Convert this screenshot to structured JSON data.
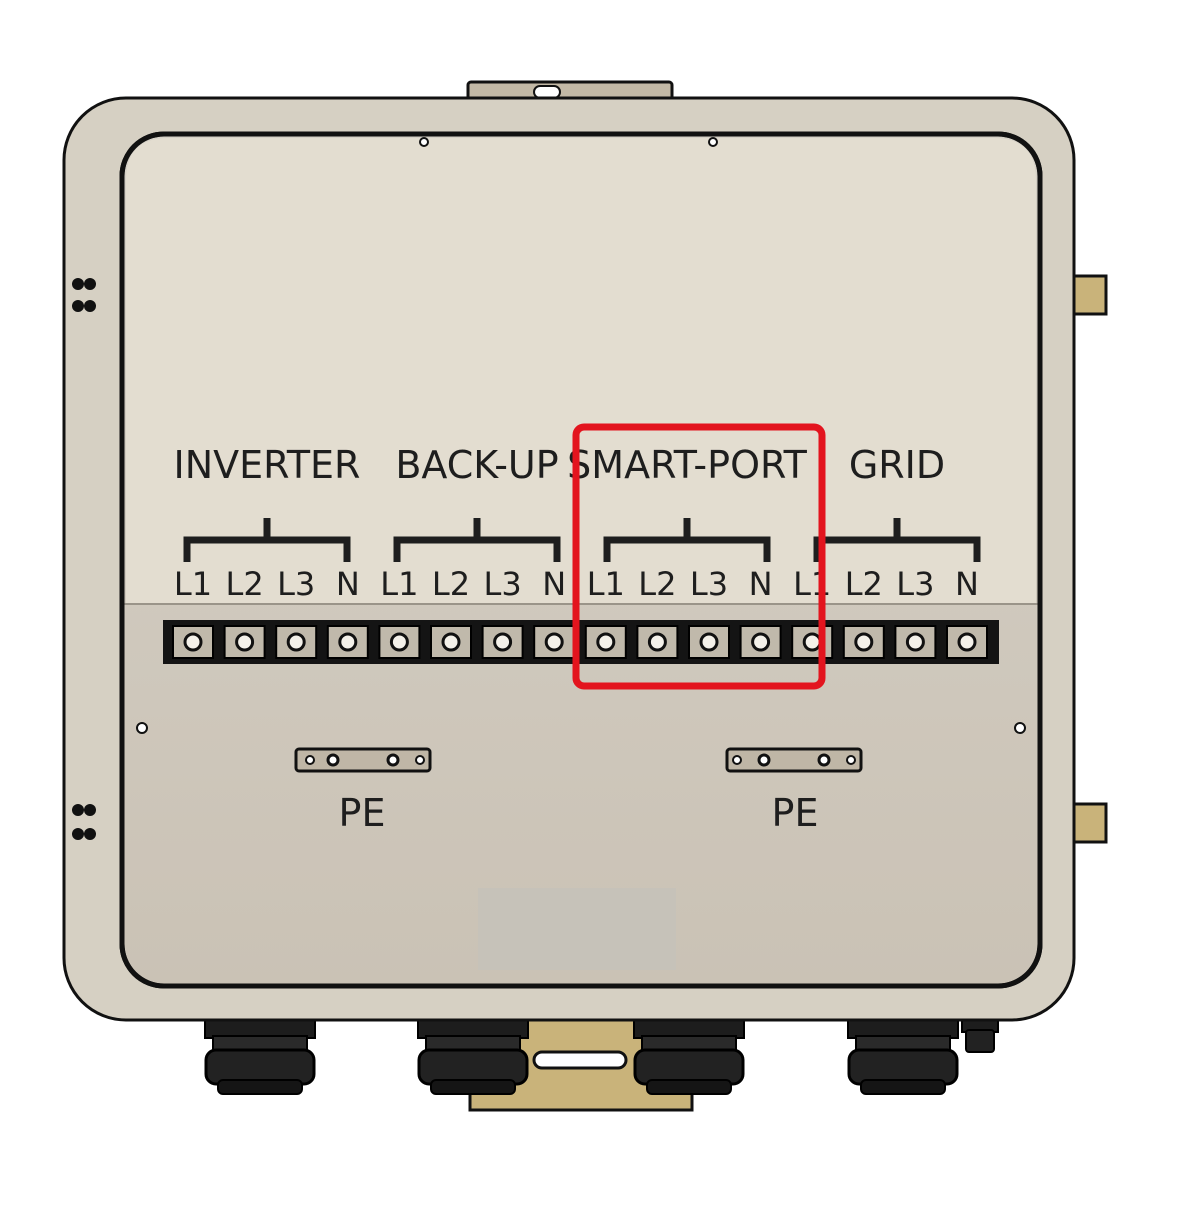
{
  "groups": [
    {
      "title": "INVERTER",
      "terminals": [
        "L1",
        "L2",
        "L3",
        "N"
      ]
    },
    {
      "title": "BACK-UP",
      "terminals": [
        "L1",
        "L2",
        "L3",
        "N"
      ]
    },
    {
      "title": "SMART-PORT",
      "terminals": [
        "L1",
        "L2",
        "L3",
        "N"
      ]
    },
    {
      "title": "GRID",
      "terminals": [
        "L1",
        "L2",
        "L3",
        "N"
      ]
    }
  ],
  "highlighted_group": "SMART-PORT",
  "pe_left": "PE",
  "pe_right": "PE",
  "colors": {
    "enclosure": "#d6d0c3",
    "panel_upper": "#e3ddd0",
    "panel_lower": "#d0c9be",
    "brass": "#c9b37a",
    "highlight": "#e3141e",
    "outline": "#111111"
  }
}
